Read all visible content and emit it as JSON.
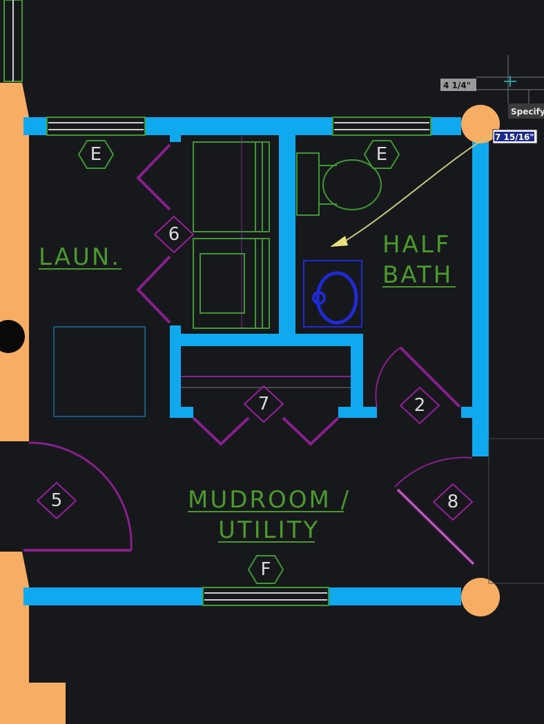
{
  "rooms": {
    "laundry": "LAUN.",
    "half_bath_line1": "HALF",
    "half_bath_line2": "BATH",
    "mudroom_line1": "MUDROOM /",
    "mudroom_line2": "UTILITY"
  },
  "window_tags": {
    "left_top": "E",
    "right_top": "E",
    "bottom": "F"
  },
  "door_tags": {
    "laundry_door": "6",
    "closet_door": "7",
    "bath_door": "2",
    "entry_door": "8",
    "exterior_door": "5"
  },
  "dimension": {
    "label": "4 1/4\"",
    "input_value": "7 15/16\"",
    "tooltip": "Specify"
  },
  "colors": {
    "background": "#17181c",
    "wall": "#10a9f0",
    "exterior_wall": "#f7ad63",
    "fixture": "#3f9a33",
    "door": "#8a1f8e",
    "tag": "#9a1e9e",
    "sink": "#1f2ad6",
    "label": "#4b9a2c"
  }
}
